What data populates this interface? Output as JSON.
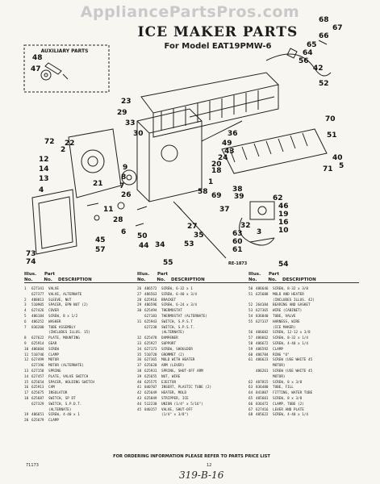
{
  "watermark": "AppliancePartsPros.com",
  "title": "ICE MAKER PARTS",
  "model_line": "For Model EAT19PMW-6",
  "auxiliary_label": "AUXILIARY PARTS",
  "diagram_code": "RE-1873",
  "callouts": [
    "48",
    "47",
    "68",
    "67",
    "66",
    "65",
    "64",
    "56",
    "42",
    "52",
    "23",
    "29",
    "33",
    "70",
    "51",
    "30",
    "72",
    "22",
    "49",
    "36",
    "43",
    "24",
    "20",
    "18",
    "40",
    "5",
    "2",
    "12",
    "14",
    "13",
    "4",
    "9",
    "8",
    "7",
    "21",
    "26",
    "58",
    "1",
    "69",
    "38",
    "71",
    "50",
    "44",
    "34",
    "39",
    "37",
    "62",
    "46",
    "19",
    "16",
    "10",
    "32",
    "63",
    "3",
    "60",
    "61",
    "73",
    "74",
    "57",
    "55",
    "45",
    "11",
    "28",
    "6",
    "54",
    "27",
    "35",
    "53"
  ],
  "headers": {
    "illus": "Illus.",
    "no": "No.",
    "part": "Part",
    "part_no": "No.",
    "description": "DESCRIPTION"
  },
  "columns": [
    [
      {
        "n": "1",
        "p": "627341",
        "d": "VALVE"
      },
      {
        "n": "",
        "p": "627377",
        "d": "VALVE, ALTERNATE"
      },
      {
        "n": "2",
        "p": "488813",
        "d": "SLEEVE, NUT"
      },
      {
        "n": "3",
        "p": "510905",
        "d": "SPACER, EPN NUT (2)"
      },
      {
        "n": "4",
        "p": "627426",
        "d": "COVER"
      },
      {
        "n": "5",
        "p": "486184",
        "d": "SCREW, 8 x 1/2"
      },
      {
        "n": "6",
        "p": "486252",
        "d": "WASHER"
      },
      {
        "n": "7",
        "p": "836200",
        "d": "TUBE ASSEMBLY"
      },
      {
        "n": "",
        "p": "",
        "d": "(INCLUDES ILLUS. 15)"
      },
      {
        "n": "8",
        "p": "627622",
        "d": "PLATE, MOUNTING"
      },
      {
        "n": "9",
        "p": "625914",
        "d": "GEAR"
      },
      {
        "n": "10",
        "p": "486604",
        "d": "SCREW"
      },
      {
        "n": "11",
        "p": "510746",
        "d": "CLAMP"
      },
      {
        "n": "12",
        "p": "627499",
        "d": "MOTOR"
      },
      {
        "n": "",
        "p": "627196",
        "d": "MOTOR (ALTERNATE)"
      },
      {
        "n": "13",
        "p": "627158",
        "d": "SPRING"
      },
      {
        "n": "14",
        "p": "627457",
        "d": "PLATE, VALVE SWITCH"
      },
      {
        "n": "15",
        "p": "625654",
        "d": "SPACER, HOLDING SWITCH"
      },
      {
        "n": "16",
        "p": "625913",
        "d": "CAM"
      },
      {
        "n": "17",
        "p": "625675",
        "d": "INSULATOR"
      },
      {
        "n": "18",
        "p": "625687",
        "d": "SWITCH, SP DT"
      },
      {
        "n": "",
        "p": "627329",
        "d": "SWITCH, S.P.D.T."
      },
      {
        "n": "",
        "p": "",
        "d": "(ALTERNATE)"
      },
      {
        "n": "19",
        "p": "486651",
        "d": "SCREW, 4-40 x 1"
      },
      {
        "n": "20",
        "p": "625679",
        "d": "CLAMP"
      }
    ],
    [
      {
        "n": "26",
        "p": "486572",
        "d": "SCREW, 6-32 x 1"
      },
      {
        "n": "27",
        "p": "486563",
        "d": "SCREW, 6-40 x 3/4"
      },
      {
        "n": "28",
        "p": "625916",
        "d": "BRACKET"
      },
      {
        "n": "29",
        "p": "486596",
        "d": "SCREW, 6-24 x 3/4"
      },
      {
        "n": "30",
        "p": "625494",
        "d": "THERMOSTAT"
      },
      {
        "n": "",
        "p": "627183",
        "d": "THERMOSTAT (ALTERNATE)"
      },
      {
        "n": "31",
        "p": "625943",
        "d": "SWITCH, S.P.S.T"
      },
      {
        "n": "",
        "p": "627238",
        "d": "SWITCH, S.P.S.T."
      },
      {
        "n": "",
        "p": "",
        "d": "(ALTERNATE)"
      },
      {
        "n": "32",
        "p": "625478",
        "d": "DAMPENER"
      },
      {
        "n": "33",
        "p": "625927",
        "d": "SUPPORT"
      },
      {
        "n": "34",
        "p": "627173",
        "d": "SCREW, SHOULDER"
      },
      {
        "n": "35",
        "p": "510720",
        "d": "GROMMET (2)"
      },
      {
        "n": "36",
        "p": "627365",
        "d": "MOLD WITH HEATER"
      },
      {
        "n": "37",
        "p": "625620",
        "d": "ARM (LEVER)"
      },
      {
        "n": "38",
        "p": "625931",
        "d": "SPRING, SHUT-OFF ARM"
      },
      {
        "n": "39",
        "p": "625655",
        "d": "NUT, WIRE"
      },
      {
        "n": "40",
        "p": "625575",
        "d": "EJECTOR"
      },
      {
        "n": "41",
        "p": "840707",
        "d": "INSERT, PLASTIC TUBE (2)"
      },
      {
        "n": "42",
        "p": "625649",
        "d": "HEATER, MOLD"
      },
      {
        "n": "43",
        "p": "625849",
        "d": "STRIPPER, ICE"
      },
      {
        "n": "44",
        "p": "512230",
        "d": "UNION (1/4\" x 5/16\")"
      },
      {
        "n": "45",
        "p": "840157",
        "d": "VALVE, SHUT-OFF"
      },
      {
        "n": "",
        "p": "",
        "d": "(1/4\" x 3/8\")"
      }
    ],
    [
      {
        "n": "50",
        "p": "486646",
        "d": "SCREW, 8-32 x 3/8"
      },
      {
        "n": "51",
        "p": "625688",
        "d": "MOLD AND HEATER"
      },
      {
        "n": "",
        "p": "",
        "d": "(INCLUDES ILLUS. 42)"
      },
      {
        "n": "52",
        "p": "264384",
        "d": "BEARING AND GASKET"
      },
      {
        "n": "53",
        "p": "627365",
        "d": "WIRE (CABINET)"
      },
      {
        "n": "54",
        "p": "836840",
        "d": "TUBE, VALVE"
      },
      {
        "n": "55",
        "p": "627337",
        "d": "HARNESS, WIRE"
      },
      {
        "n": "",
        "p": "",
        "d": "(ICE MAKER)"
      },
      {
        "n": "56",
        "p": "486682",
        "d": "SCREW, 12-12 x 3/8"
      },
      {
        "n": "57",
        "p": "486662",
        "d": "SCREW, 8-32 x 1/4"
      },
      {
        "n": "58",
        "p": "486672",
        "d": "SCREW, 4-40 x 1/4"
      },
      {
        "n": "59",
        "p": "486592",
        "d": "CLAMP"
      },
      {
        "n": "60",
        "p": "486784",
        "d": "RING \"O\""
      },
      {
        "n": "61",
        "p": "486623",
        "d": "SCREW (USE WHITE 45"
      },
      {
        "n": "",
        "p": "",
        "d": "MOTOR)"
      },
      {
        "n": "",
        "p": "486261",
        "d": "SCREW (USE WHITE 45"
      },
      {
        "n": "",
        "p": "",
        "d": "MOTOR)"
      },
      {
        "n": "62",
        "p": "487815",
        "d": "SCREW, 8 x 3/8"
      },
      {
        "n": "63",
        "p": "836480",
        "d": "TUBE, FILL"
      },
      {
        "n": "64",
        "p": "841807",
        "d": "FITTING, WATER TUBE"
      },
      {
        "n": "65",
        "p": "485601",
        "d": "SCREW, 8 x 3/8"
      },
      {
        "n": "66",
        "p": "836472",
        "d": "CLAMP, TUBE (2)"
      },
      {
        "n": "67",
        "p": "627416",
        "d": "LEVER AND PLATE"
      },
      {
        "n": "68",
        "p": "485622",
        "d": "SCREW, 4-40 x 1/4"
      }
    ]
  ],
  "footer_note": "FOR ORDERING INFORMATION PLEASE REFER TO PARTS PRICE LIST",
  "form_no": "71173",
  "page_no": "12",
  "handwritten_note": "319-B-16"
}
